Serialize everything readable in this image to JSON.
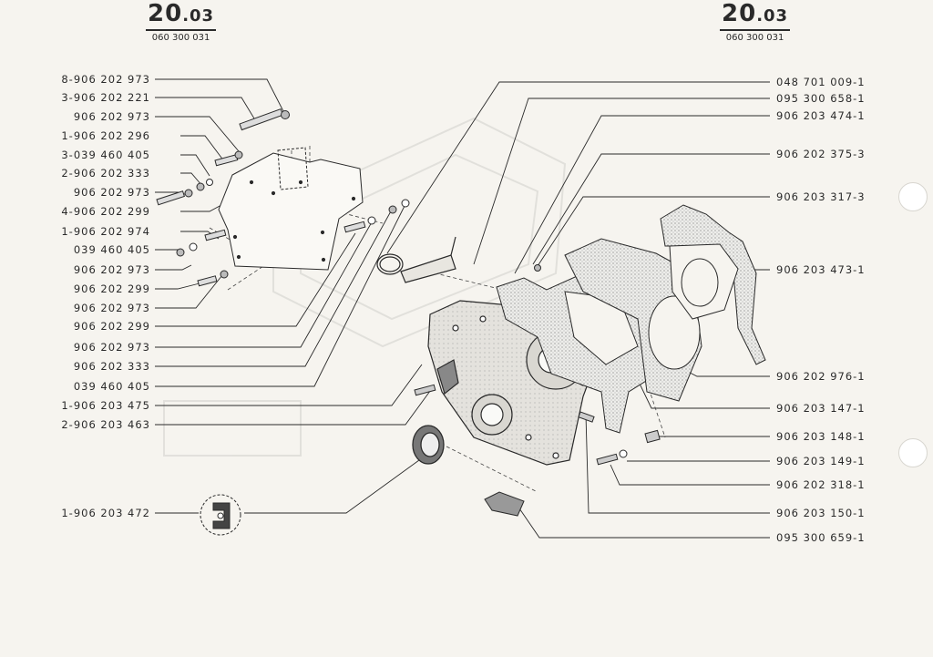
{
  "header_left": {
    "section": "20",
    "sub": ".03",
    "ref": "060 300 031"
  },
  "header_right": {
    "section": "20",
    "sub": ".03",
    "ref": "060 300 031"
  },
  "left_labels": [
    "8-906 202 973",
    "3-906 202 221",
    "906 202 973",
    "1-906 202 296",
    "3-039 460 405",
    "2-906 202 333",
    "906 202 973",
    "4-906 202 299",
    "1-906 202 974",
    "039 460 405",
    "906 202 973",
    "906 202 299",
    "906 202 973",
    "906 202 299",
    "906 202 973",
    "906 202 333",
    "039 460 405",
    "1-906 203 475",
    "2-906 203 463",
    "1-906 203 472"
  ],
  "right_labels": [
    "048 701 009-1",
    "095 300 658-1",
    "906 203 474-1",
    "906 202 375-3",
    "906 203 317-3",
    "906 203 473-1",
    "906 202 976-1",
    "906 203 147-1",
    "906 203 148-1",
    "906 203 149-1",
    "906 202 318-1",
    "906 203 150-1",
    "095 300 659-1"
  ]
}
